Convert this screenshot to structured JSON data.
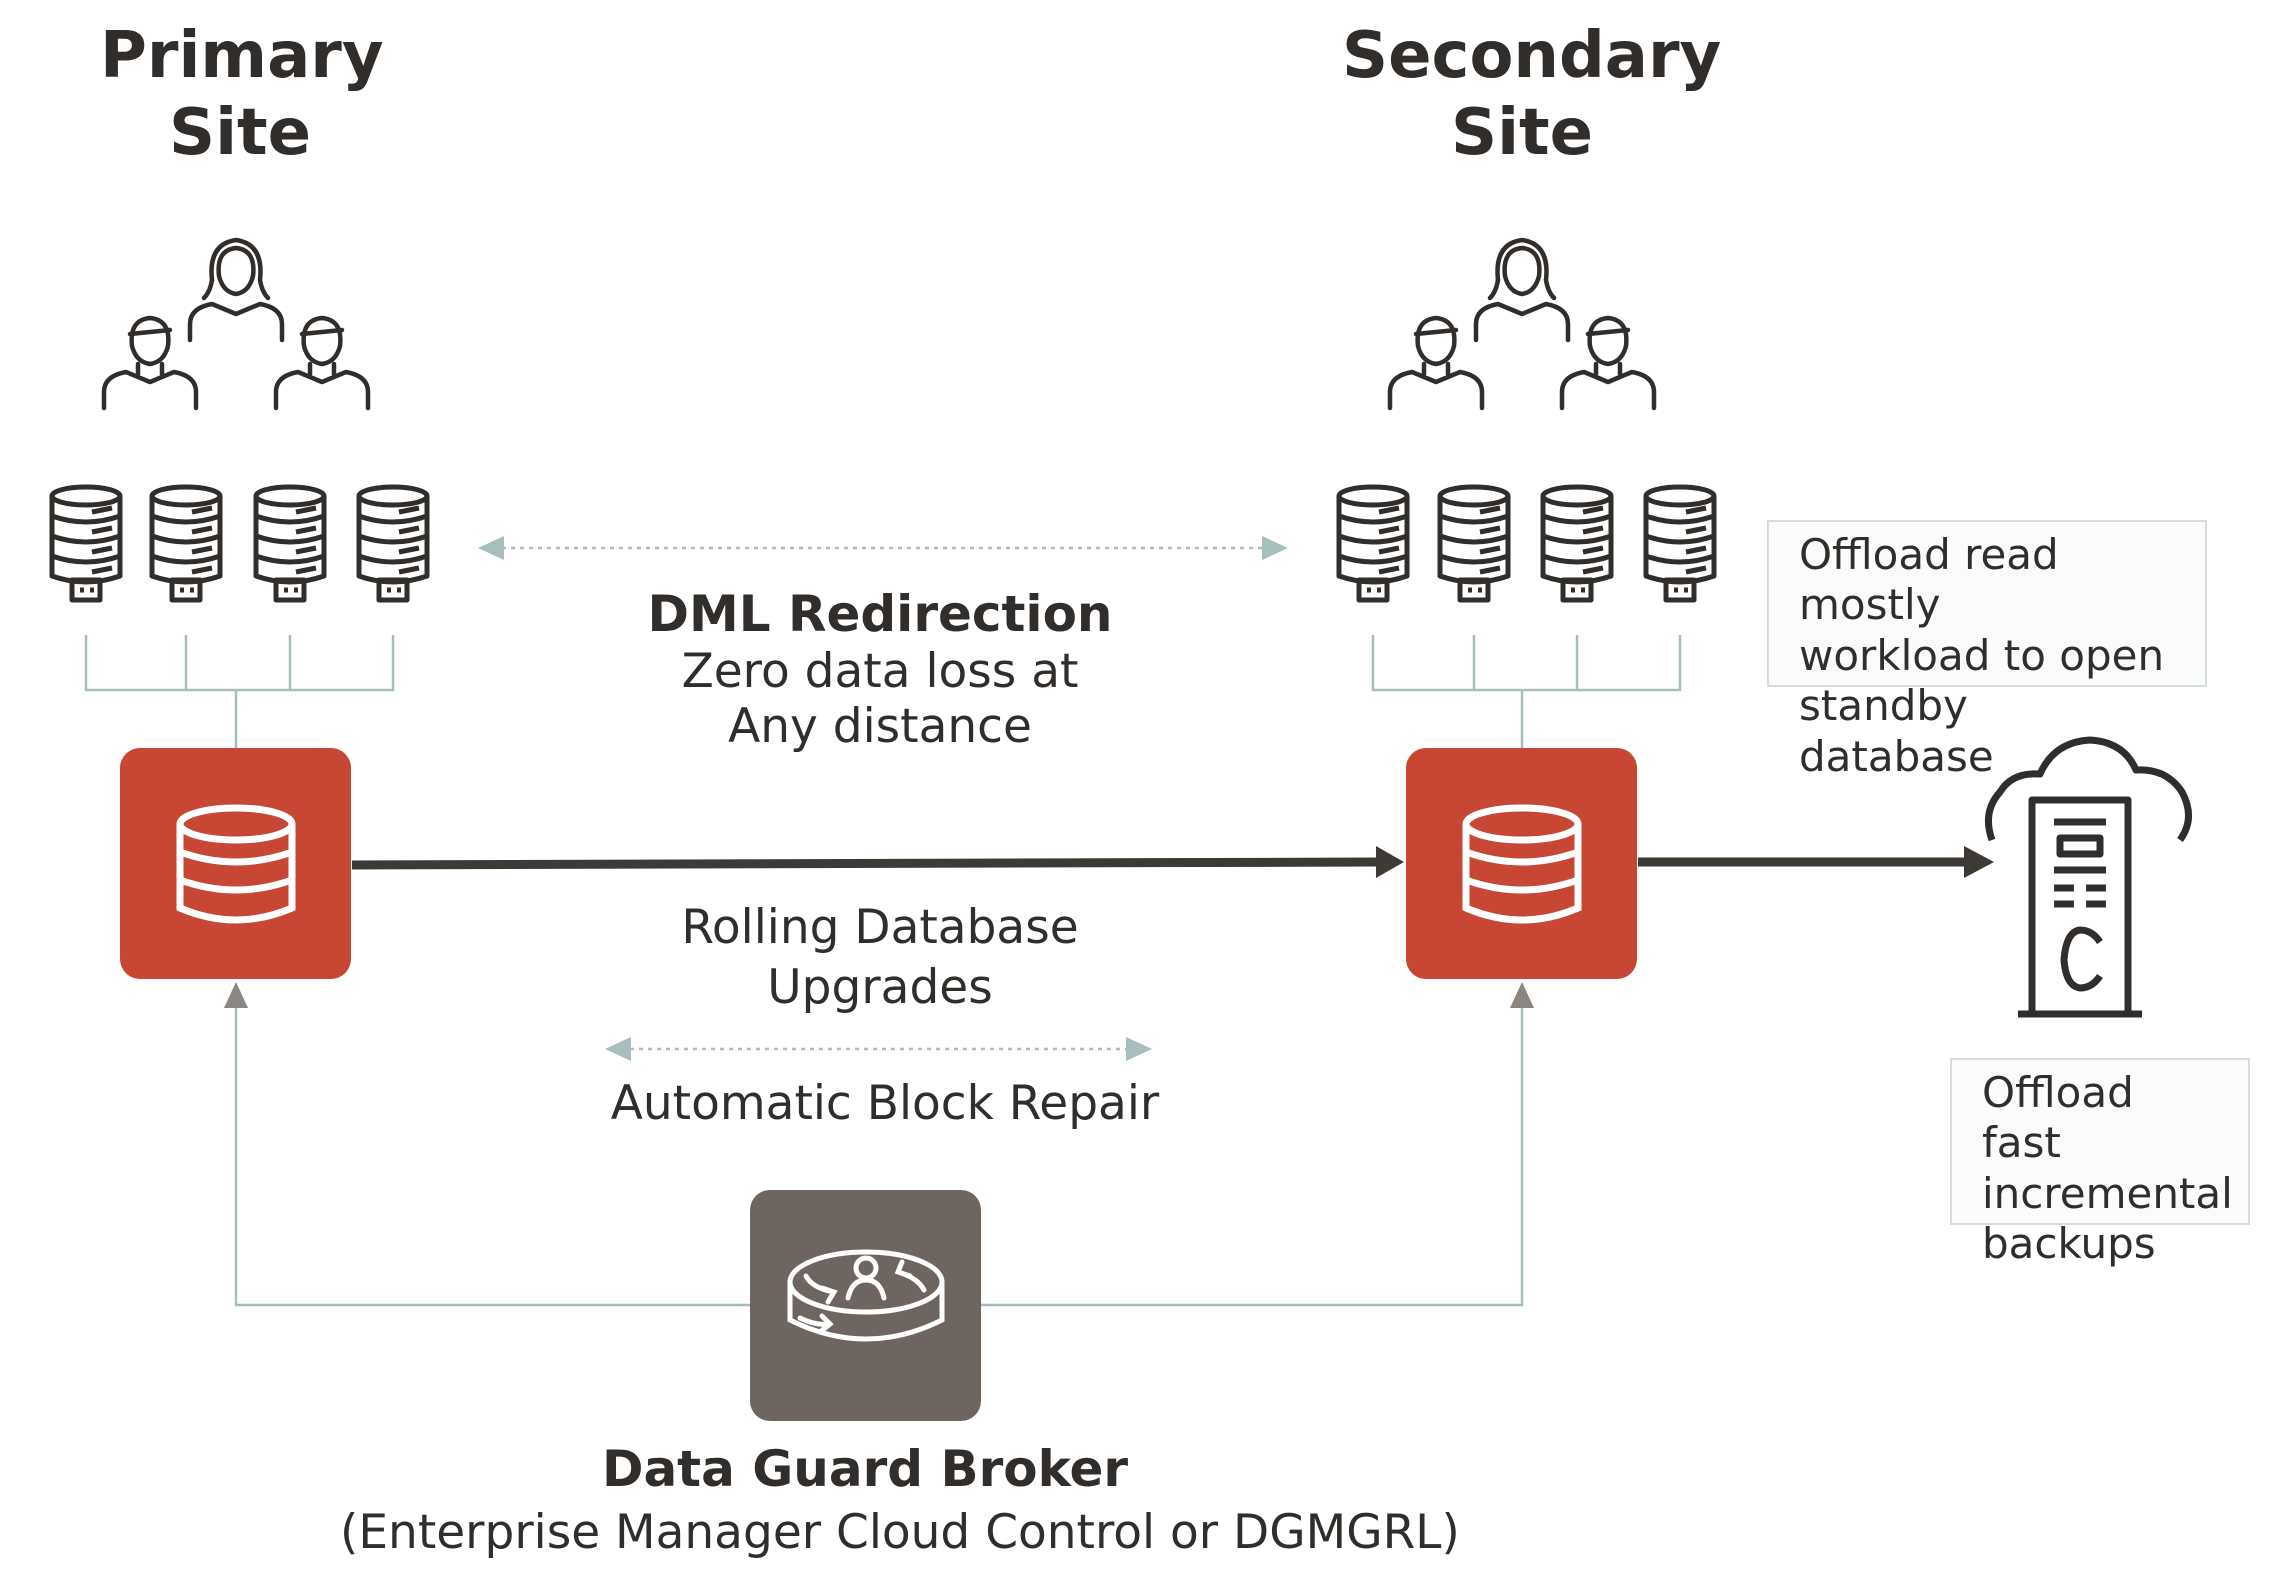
{
  "primary_site": {
    "title_line1": "Primary",
    "title_line2": "Site"
  },
  "secondary_site": {
    "title_line1": "Secondary",
    "title_line2": "Site"
  },
  "dml_redirection": {
    "heading": "DML Redirection",
    "line1": "Zero data loss at",
    "line2": "Any distance"
  },
  "rolling_upgrades": {
    "line1": "Rolling Database",
    "line2": "Upgrades"
  },
  "block_repair": {
    "label": "Automatic Block Repair"
  },
  "read_offload_note": {
    "line1": "Offload read mostly",
    "line2": "workload to open",
    "line3": "standby database"
  },
  "backup_offload_note": {
    "line1": "Offload fast",
    "line2": "incremental",
    "line3": "backups"
  },
  "broker": {
    "heading": "Data Guard Broker",
    "subtitle": "(Enterprise Manager Cloud Control or DGMGRL)"
  },
  "colors": {
    "database_red": "#c74634",
    "broker_gray": "#6f6560",
    "arrow_dark": "#3d3935",
    "connector_teal": "#a7bebd",
    "text_dark": "#312d2a"
  },
  "icons": [
    "users-icon",
    "server-icon",
    "database-icon",
    "broker-icon",
    "cloud-backup-icon"
  ]
}
